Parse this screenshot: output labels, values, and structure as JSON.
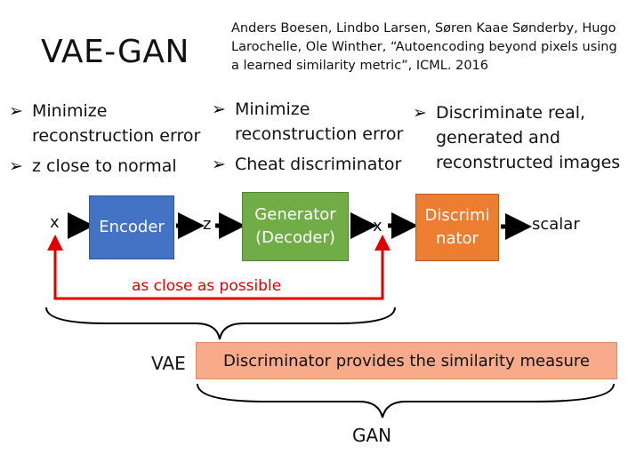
{
  "title": "VAE-GAN",
  "citation": "Anders Boesen, Lindbo Larsen, Søren Kaae Sønderby, Hugo Larochelle, Ole Winther, “Autoencoding beyond pixels using a learned similarity metric”, ICML. 2016",
  "bullets": {
    "encoder_1": "Minimize",
    "encoder_1b": "reconstruction error",
    "encoder_2": "z close to normal",
    "generator_1": "Minimize",
    "generator_1b": "reconstruction error",
    "generator_2": "Cheat discriminator",
    "disc_1": "Discriminate real,",
    "disc_1b": "generated and",
    "disc_1c": "reconstructed images"
  },
  "flow": {
    "x_in": "x",
    "encoder_label": "Encoder",
    "z": "z",
    "generator_label_1": "Generator",
    "generator_label_2": "(Decoder)",
    "x_out": "x",
    "disc_label_1": "Discrimi",
    "disc_label_2": "nator",
    "scalar": "scalar"
  },
  "close_label": "as close as possible",
  "vae_label": "VAE",
  "similarity_label": "Discriminator provides the similarity measure",
  "gan_label": "GAN",
  "colors": {
    "encoder": "#4472c4",
    "generator": "#70ad47",
    "discriminator": "#ed7d31",
    "similarity_box": "#f8ab8b",
    "close_arrow": "#e00000"
  }
}
